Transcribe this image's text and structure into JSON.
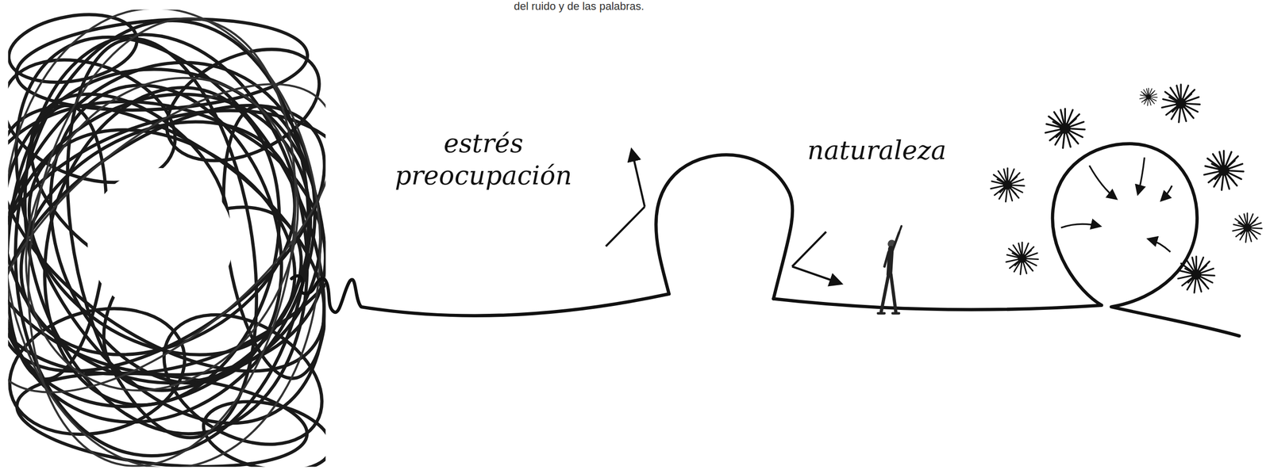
{
  "diagram": {
    "labels": [
      "del ruido y de las palabras.",
      "estrés preocupación",
      "naturaleza"
    ]
  }
}
